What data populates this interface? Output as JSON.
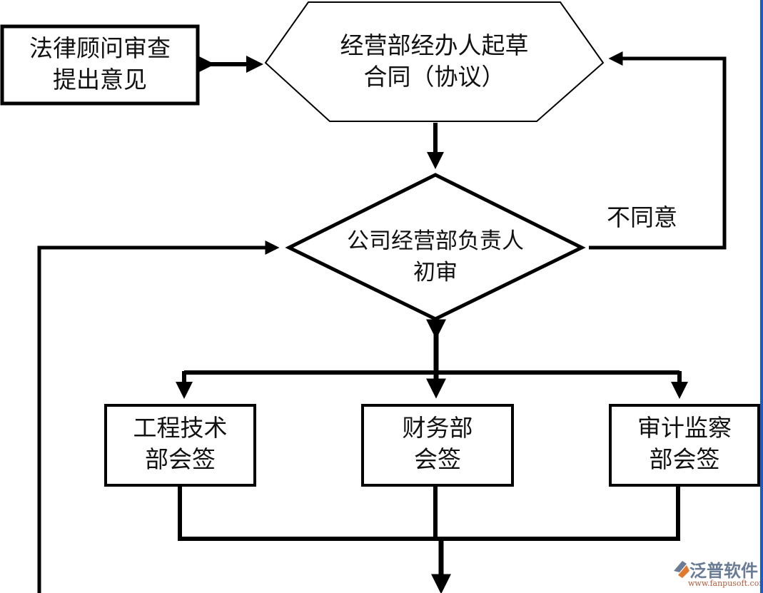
{
  "nodes": {
    "legal": [
      "法律顾问审查",
      "提出意见"
    ],
    "draft": [
      "经营部经办人起草",
      "合同（协议）"
    ],
    "review": [
      "公司经营部负责人",
      "初审"
    ],
    "eng": [
      "工程技术",
      "部会签"
    ],
    "finance": [
      "财务部",
      "会签"
    ],
    "audit": [
      "审计监察",
      "部会签"
    ]
  },
  "edges": {
    "disagree": "不同意"
  },
  "logo": {
    "name": "泛普软件",
    "url": "www.fanpusoft.com"
  },
  "colors": {
    "line": "#000000",
    "edge_strip": "#1e5cc0"
  }
}
